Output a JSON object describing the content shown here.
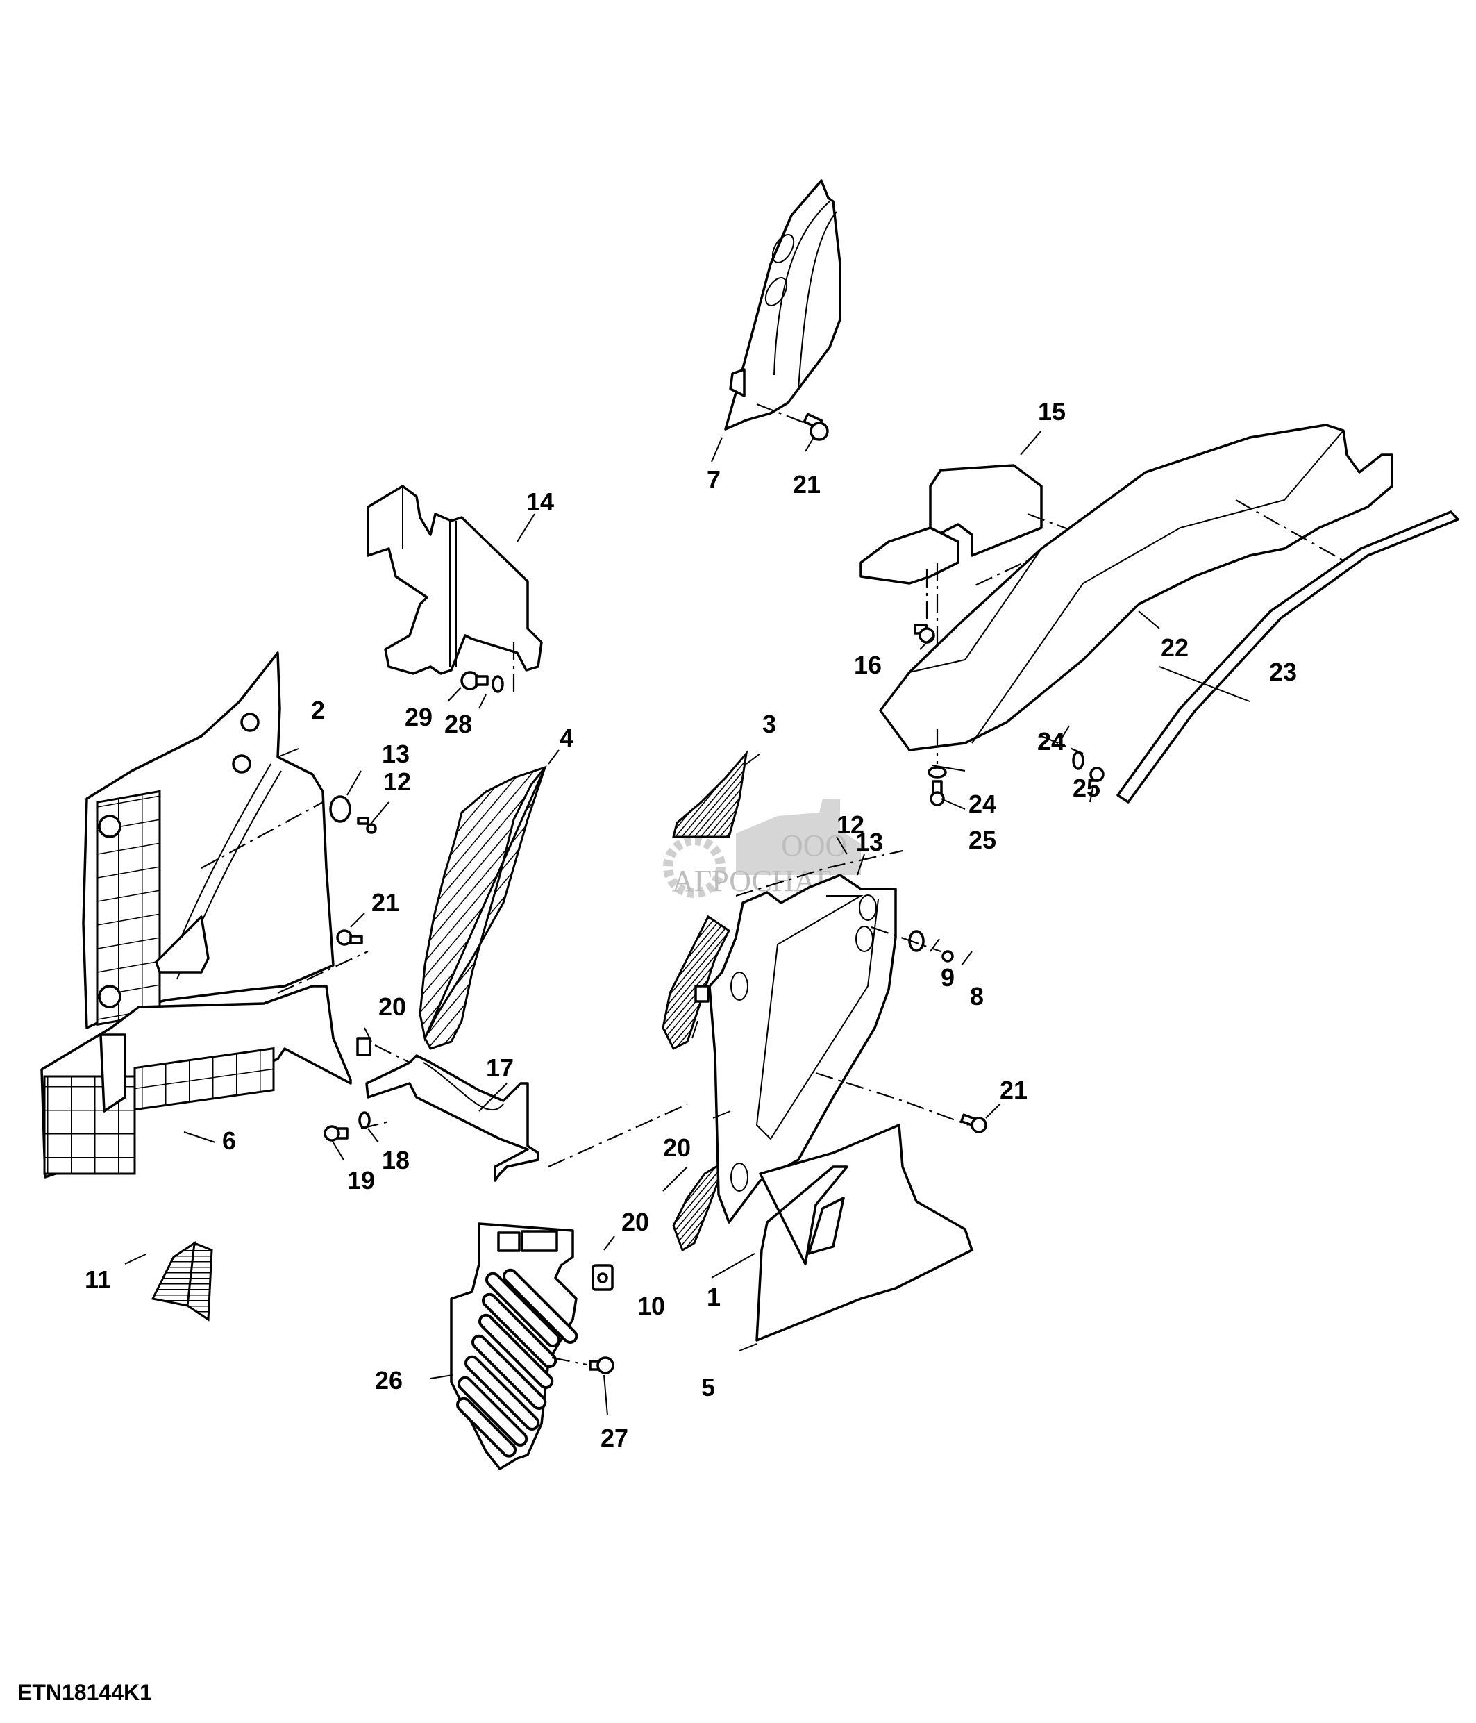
{
  "figure_id": "ETN18144K1",
  "watermark": {
    "prefix": "ООО",
    "name": "АГРОСНАБ"
  },
  "callouts": [
    {
      "id": "c1",
      "label": "1"
    },
    {
      "id": "c2",
      "label": "2"
    },
    {
      "id": "c3",
      "label": "3"
    },
    {
      "id": "c4",
      "label": "4"
    },
    {
      "id": "c5",
      "label": "5"
    },
    {
      "id": "c6",
      "label": "6"
    },
    {
      "id": "c7",
      "label": "7"
    },
    {
      "id": "c8",
      "label": "8"
    },
    {
      "id": "c9",
      "label": "9"
    },
    {
      "id": "c10",
      "label": "10"
    },
    {
      "id": "c11",
      "label": "11"
    },
    {
      "id": "c12a",
      "label": "12"
    },
    {
      "id": "c12b",
      "label": "12"
    },
    {
      "id": "c13a",
      "label": "13"
    },
    {
      "id": "c13b",
      "label": "13"
    },
    {
      "id": "c14",
      "label": "14"
    },
    {
      "id": "c15",
      "label": "15"
    },
    {
      "id": "c16",
      "label": "16"
    },
    {
      "id": "c17",
      "label": "17"
    },
    {
      "id": "c18",
      "label": "18"
    },
    {
      "id": "c19",
      "label": "19"
    },
    {
      "id": "c20a",
      "label": "20"
    },
    {
      "id": "c20b",
      "label": "20"
    },
    {
      "id": "c20c",
      "label": "20"
    },
    {
      "id": "c21a",
      "label": "21"
    },
    {
      "id": "c21b",
      "label": "21"
    },
    {
      "id": "c21c",
      "label": "21"
    },
    {
      "id": "c22",
      "label": "22"
    },
    {
      "id": "c23",
      "label": "23"
    },
    {
      "id": "c24a",
      "label": "24"
    },
    {
      "id": "c24b",
      "label": "24"
    },
    {
      "id": "c25a",
      "label": "25"
    },
    {
      "id": "c25b",
      "label": "25"
    },
    {
      "id": "c26",
      "label": "26"
    },
    {
      "id": "c27",
      "label": "27"
    },
    {
      "id": "c28",
      "label": "28"
    },
    {
      "id": "c29",
      "label": "29"
    }
  ]
}
